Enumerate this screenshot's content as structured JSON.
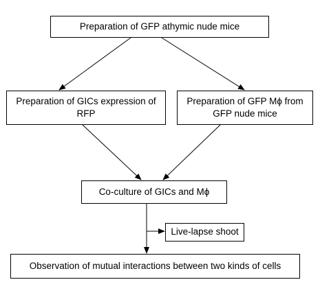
{
  "diagram": {
    "type": "flowchart",
    "nodes": {
      "top": "Preparation of GFP athymic nude mice",
      "left": "Preparation of GICs expression of RFP",
      "right": "Preparation of GFP Mϕ from GFP nude mice",
      "coculture": "Co-culture of GICs and Mϕ",
      "live": "Live-lapse shoot",
      "observation": "Observation of mutual interactions between two kinds of cells"
    },
    "edges": [
      {
        "from": "top",
        "to": "left"
      },
      {
        "from": "top",
        "to": "right"
      },
      {
        "from": "left",
        "to": "coculture"
      },
      {
        "from": "right",
        "to": "coculture"
      },
      {
        "from": "coculture",
        "to": "live"
      },
      {
        "from": "coculture",
        "to": "observation"
      }
    ],
    "colors": {
      "stroke": "#000000",
      "fill": "#ffffff"
    }
  }
}
